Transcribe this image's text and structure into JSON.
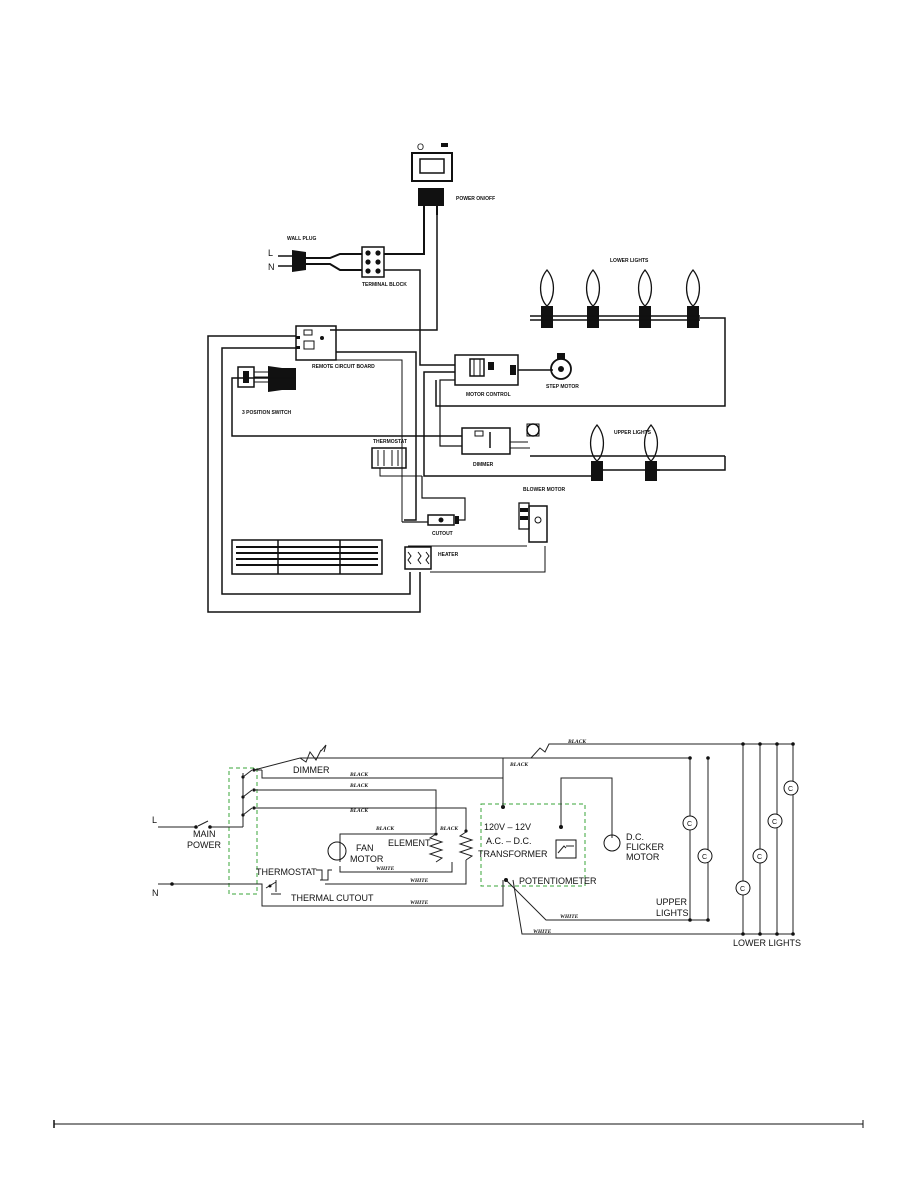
{
  "wiring_diagram": {
    "labels": {
      "power_switch": "POWER ON/OFF",
      "switch_on_symbol": "O",
      "switch_off_symbol": "▬",
      "wall_plug": "WALL PLUG",
      "line": "L",
      "neutral": "N",
      "terminal_block": "TERMINAL BLOCK",
      "lower_lights": "LOWER LIGHTS",
      "remote_circuit_board": "REMOTE CIRCUIT BOARD",
      "motor_control": "MOTOR CONTROL",
      "step_motor": "STEP MOTOR",
      "three_position_switch": "3 POSITION SWITCH",
      "thermostat": "THERMOSTAT",
      "dimmer": "DIMMER",
      "upper_lights": "UPPER LIGHTS",
      "blower_motor": "BLOWER MOTOR",
      "cutout": "CUTOUT",
      "heater": "HEATER"
    }
  },
  "schematic": {
    "labels": {
      "line": "L",
      "neutral": "N",
      "main_power": "MAIN POWER",
      "dimmer": "DIMMER",
      "thermostat": "THERMOSTAT",
      "thermal_cutout": "THERMAL CUTOUT",
      "fan_motor": "FAN MOTOR",
      "element": "ELEMENT",
      "transformer_1": "120V – 12V",
      "transformer_2": "A.C. – D.C.",
      "transformer_3": "TRANSFORMER",
      "potentiometer": "POTENTIOMETER",
      "flicker_motor": "D.C. FLICKER MOTOR",
      "upper_lights": "UPPER LIGHTS",
      "lower_lights": "LOWER LIGHTS",
      "lamp_symbol": "C",
      "black": "BLACK",
      "white": "WHITE"
    }
  }
}
